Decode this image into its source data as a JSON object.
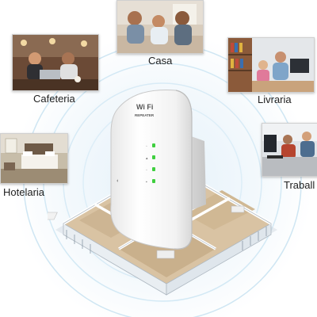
{
  "locations": {
    "casa": {
      "label": "Casa"
    },
    "cafeteria": {
      "label": "Cafeteria"
    },
    "livraria": {
      "label": "Livraria"
    },
    "hotelaria": {
      "label": "Hotelaria"
    },
    "trabalho": {
      "label": "Traball"
    }
  },
  "device": {
    "brand": "Wi Fi",
    "model": "REPEATER"
  },
  "colors": {
    "wave_ring": "#cfe6f3",
    "wave_glow": "#e9f4fb",
    "led_green": "#3fcf3f",
    "device_white": "#f7f7f7"
  }
}
